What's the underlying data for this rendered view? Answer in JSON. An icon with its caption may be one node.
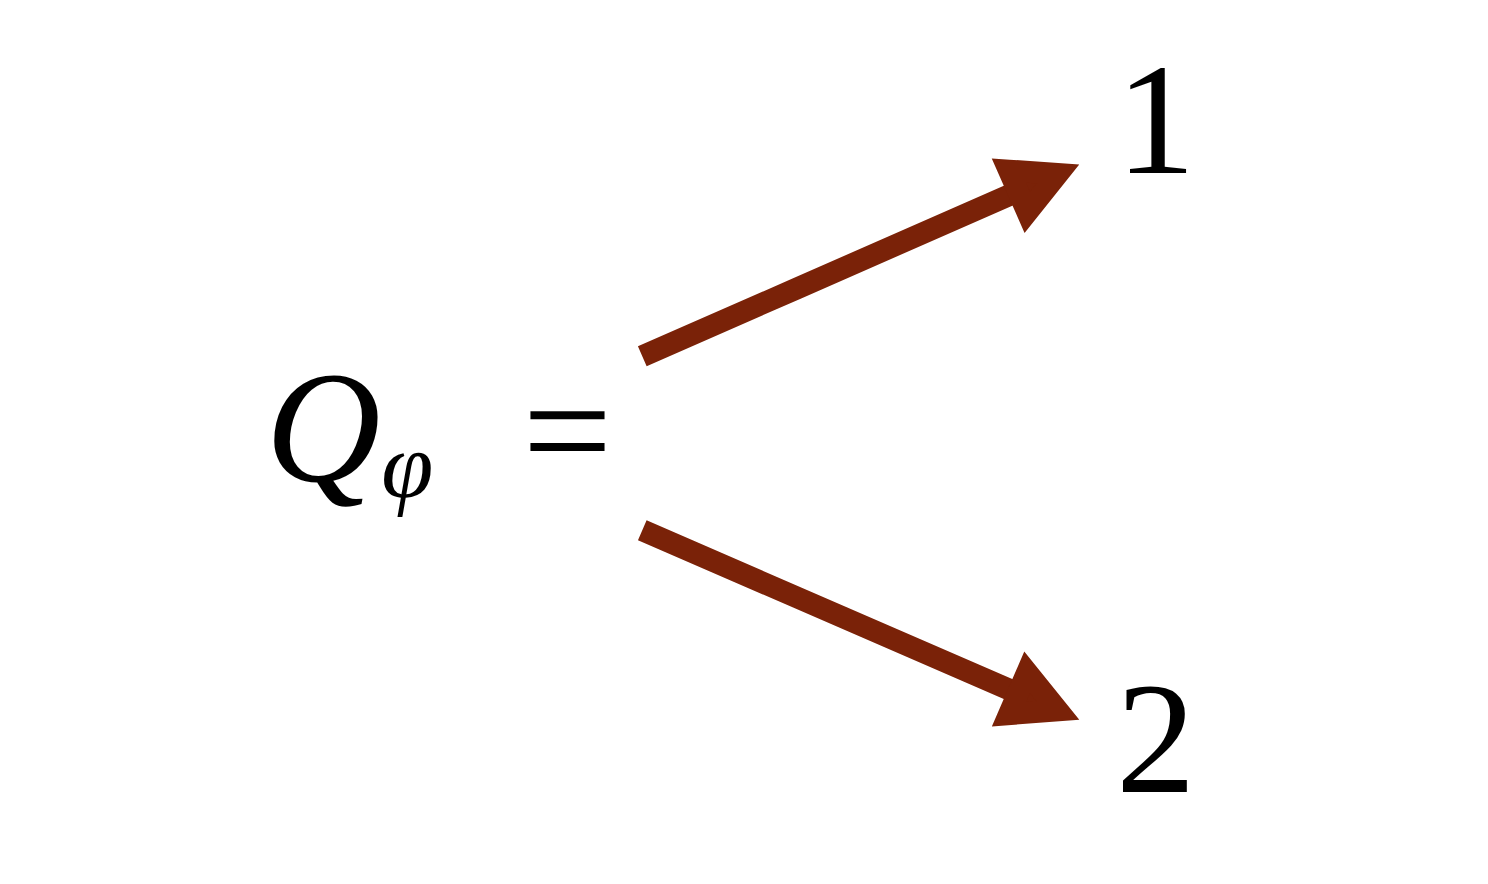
{
  "diagram": {
    "nodes": [
      {
        "text": [
          "*Q*$_{φ}$ ="
        ]
      },
      {
        "text": [
          "1"
        ]
      },
      {
        "text": [
          "2"
        ]
      }
    ],
    "edges": [
      {
        "from": 0,
        "to": 1,
        "arrow": "to"
      },
      {
        "from": 0,
        "to": 2,
        "arrow": "to"
      }
    ]
  }
}
